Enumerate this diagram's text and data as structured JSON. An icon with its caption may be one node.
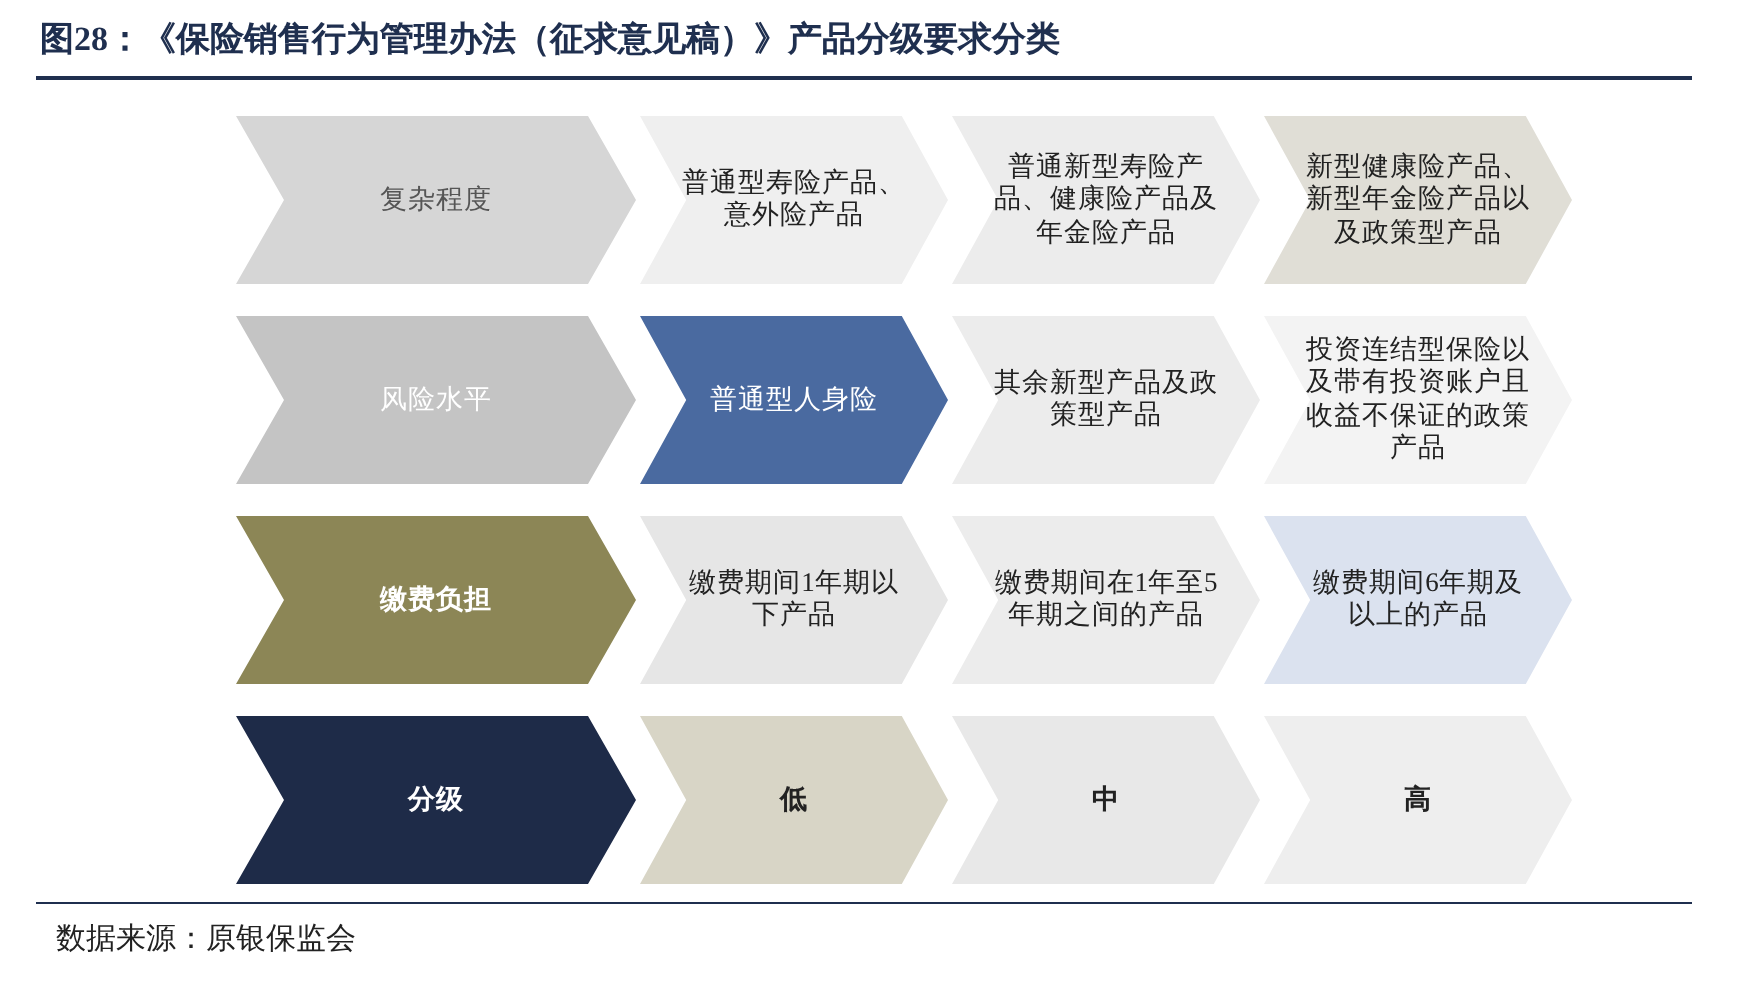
{
  "diagram": {
    "title": "图28：《保险销售行为管理办法（征求意见稿）》产品分级要求分类",
    "nodes": [
      {
        "text": [
          "复杂程度"
        ]
      },
      {
        "text": [
          "普通型寿险产品、意外险产品"
        ]
      },
      {
        "text": [
          "普通新型寿险产品、健康险产品及年金险产品"
        ]
      },
      {
        "text": [
          "新型健康险产品、新型年金险产品以及政策型产品"
        ]
      },
      {
        "text": [
          "风险水平"
        ]
      },
      {
        "text": [
          "普通型人身险"
        ]
      },
      {
        "text": [
          "其余新型产品及政策型产品"
        ]
      },
      {
        "text": [
          "投资连结型保险以及带有投资账户且收益不保证的政策产品"
        ]
      },
      {
        "text": [
          "缴费负担"
        ]
      },
      {
        "text": [
          "缴费期间1年期以下产品"
        ]
      },
      {
        "text": [
          "缴费期间在1年至5年期之间的产品"
        ]
      },
      {
        "text": [
          "缴费期间6年期及以上的产品"
        ]
      },
      {
        "text": [
          "分级"
        ]
      },
      {
        "text": [
          "低"
        ]
      },
      {
        "text": [
          "中"
        ]
      },
      {
        "text": [
          "高"
        ]
      }
    ],
    "caption": "数据来源：原银保监会"
  }
}
